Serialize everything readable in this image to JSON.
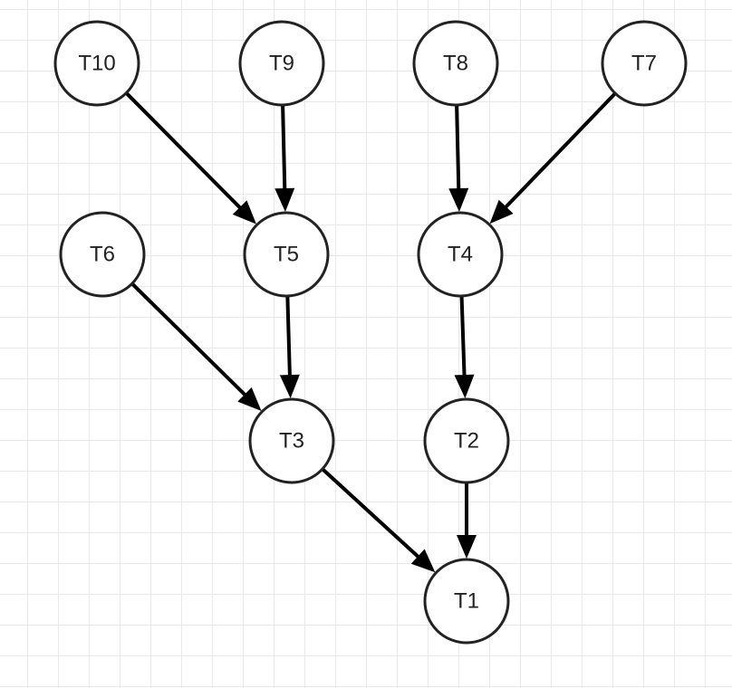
{
  "diagram": {
    "colors": {
      "background": "#ffffff",
      "grid": "#e9e9e9",
      "node_fill": "#ffffff",
      "node_stroke": "#222222",
      "edge": "#000000",
      "text": "#222222"
    },
    "nodes": [
      {
        "id": "T10",
        "label": "T10"
      },
      {
        "id": "T9",
        "label": "T9"
      },
      {
        "id": "T8",
        "label": "T8"
      },
      {
        "id": "T7",
        "label": "T7"
      },
      {
        "id": "T6",
        "label": "T6"
      },
      {
        "id": "T5",
        "label": "T5"
      },
      {
        "id": "T4",
        "label": "T4"
      },
      {
        "id": "T3",
        "label": "T3"
      },
      {
        "id": "T2",
        "label": "T2"
      },
      {
        "id": "T1",
        "label": "T1"
      }
    ],
    "edges": [
      {
        "from": "T10",
        "to": "T5"
      },
      {
        "from": "T9",
        "to": "T5"
      },
      {
        "from": "T8",
        "to": "T4"
      },
      {
        "from": "T7",
        "to": "T4"
      },
      {
        "from": "T6",
        "to": "T3"
      },
      {
        "from": "T5",
        "to": "T3"
      },
      {
        "from": "T4",
        "to": "T2"
      },
      {
        "from": "T3",
        "to": "T1"
      },
      {
        "from": "T2",
        "to": "T1"
      }
    ]
  }
}
